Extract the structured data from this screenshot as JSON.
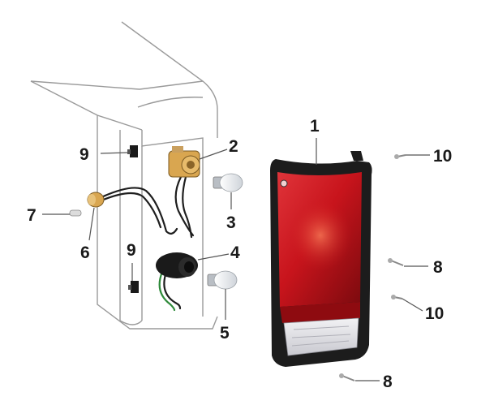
{
  "callouts": {
    "c1": "1",
    "c2": "2",
    "c3": "3",
    "c4": "4",
    "c5": "5",
    "c6": "6",
    "c7": "7",
    "c8a": "8",
    "c8b": "8",
    "c9a": "9",
    "c9b": "9",
    "c10a": "10",
    "c10b": "10"
  },
  "colors": {
    "lens_red": "#c8141c",
    "lens_dark_red": "#7a0a0e",
    "housing": "#1c1c1c",
    "socket_amber": "#d9a650",
    "truck_outline": "#9a9a9a"
  }
}
